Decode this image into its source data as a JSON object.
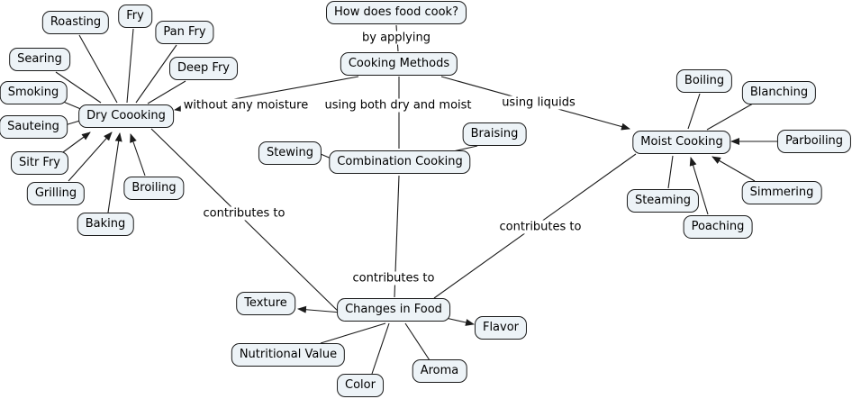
{
  "title": "How does food cook?",
  "nodes": {
    "how": "How does food cook?",
    "cooking_methods": "Cooking Methods",
    "dry": "Dry Coooking",
    "combination": "Combination Cooking",
    "moist": "Moist Cooking",
    "changes": "Changes in Food",
    "roasting": "Roasting",
    "fry": "Fry",
    "pan_fry": "Pan Fry",
    "deep_fry": "Deep Fry",
    "searing": "Searing",
    "smoking": "Smoking",
    "sauteing": "Sauteing",
    "sitr_fry": "Sitr Fry",
    "grilling": "Grilling",
    "baking": "Baking",
    "broiling": "Broiling",
    "stewing": "Stewing",
    "braising": "Braising",
    "boiling": "Boiling",
    "blanching": "Blanching",
    "parboiling": "Parboiling",
    "simmering": "Simmering",
    "poaching": "Poaching",
    "steaming": "Steaming",
    "texture": "Texture",
    "flavor": "Flavor",
    "nutritional_value": "Nutritional Value",
    "color": "Color",
    "aroma": "Aroma"
  },
  "edge_labels": {
    "by_applying": "by applying",
    "without_moisture": "without any moisture",
    "using_both": "using both dry and moist",
    "using_liquids": "using liquids",
    "contributes_dry": "contributes to",
    "contributes_combination": "contributes to",
    "contributes_moist": "contributes to"
  },
  "colors": {
    "node_fill": "#edf3f7",
    "node_border": "#1b1b1b",
    "line": "#1b1b1b",
    "background": "#ffffff"
  }
}
